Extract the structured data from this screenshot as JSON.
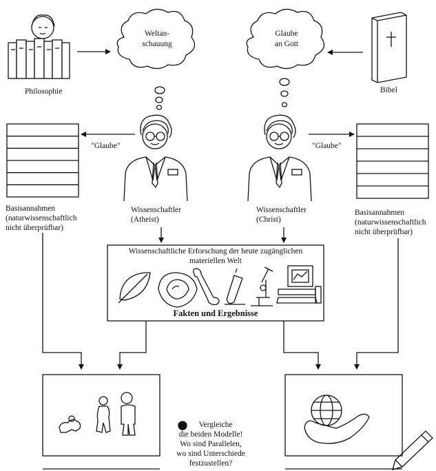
{
  "labels": {
    "philosophie": "Philosophie",
    "bibel": "Bibel",
    "weltanschauung_line1": "Weltan-",
    "weltanschauung_line2": "schauung",
    "glaube_gott_line1": "Glaube",
    "glaube_gott_line2": "an  Gott",
    "glaube_left": "\"Glaube\"",
    "glaube_right": "\"Glaube\"",
    "basis_left_line1": "Basisannahmen",
    "basis_left_line2": "(naturwissenschaftlich",
    "basis_left_line3": "nicht überprüfbar)",
    "basis_right_line1": "Basisannahmen",
    "basis_right_line2": "(naturwissenschaftlich",
    "basis_right_line3": "nicht überprüfbar)",
    "scientist_left_line1": "Wissenschaftler",
    "scientist_left_line2": "(Atheist)",
    "scientist_right_line1": "Wissenschaftler",
    "scientist_right_line2": "(Christ)",
    "research_line1": "Wissenschaftliche Erforschung der heute  zugänglichen",
    "research_line2": "materiellen Welt",
    "facts": "Fakten und Ergebnisse",
    "compare_line1": "Vergleiche",
    "compare_line2": "die beiden Modelle!",
    "compare_line3": "Wo sind Parallelen,",
    "compare_line4": "wo sind Unterschiede",
    "compare_line5": "festzustellen?"
  }
}
